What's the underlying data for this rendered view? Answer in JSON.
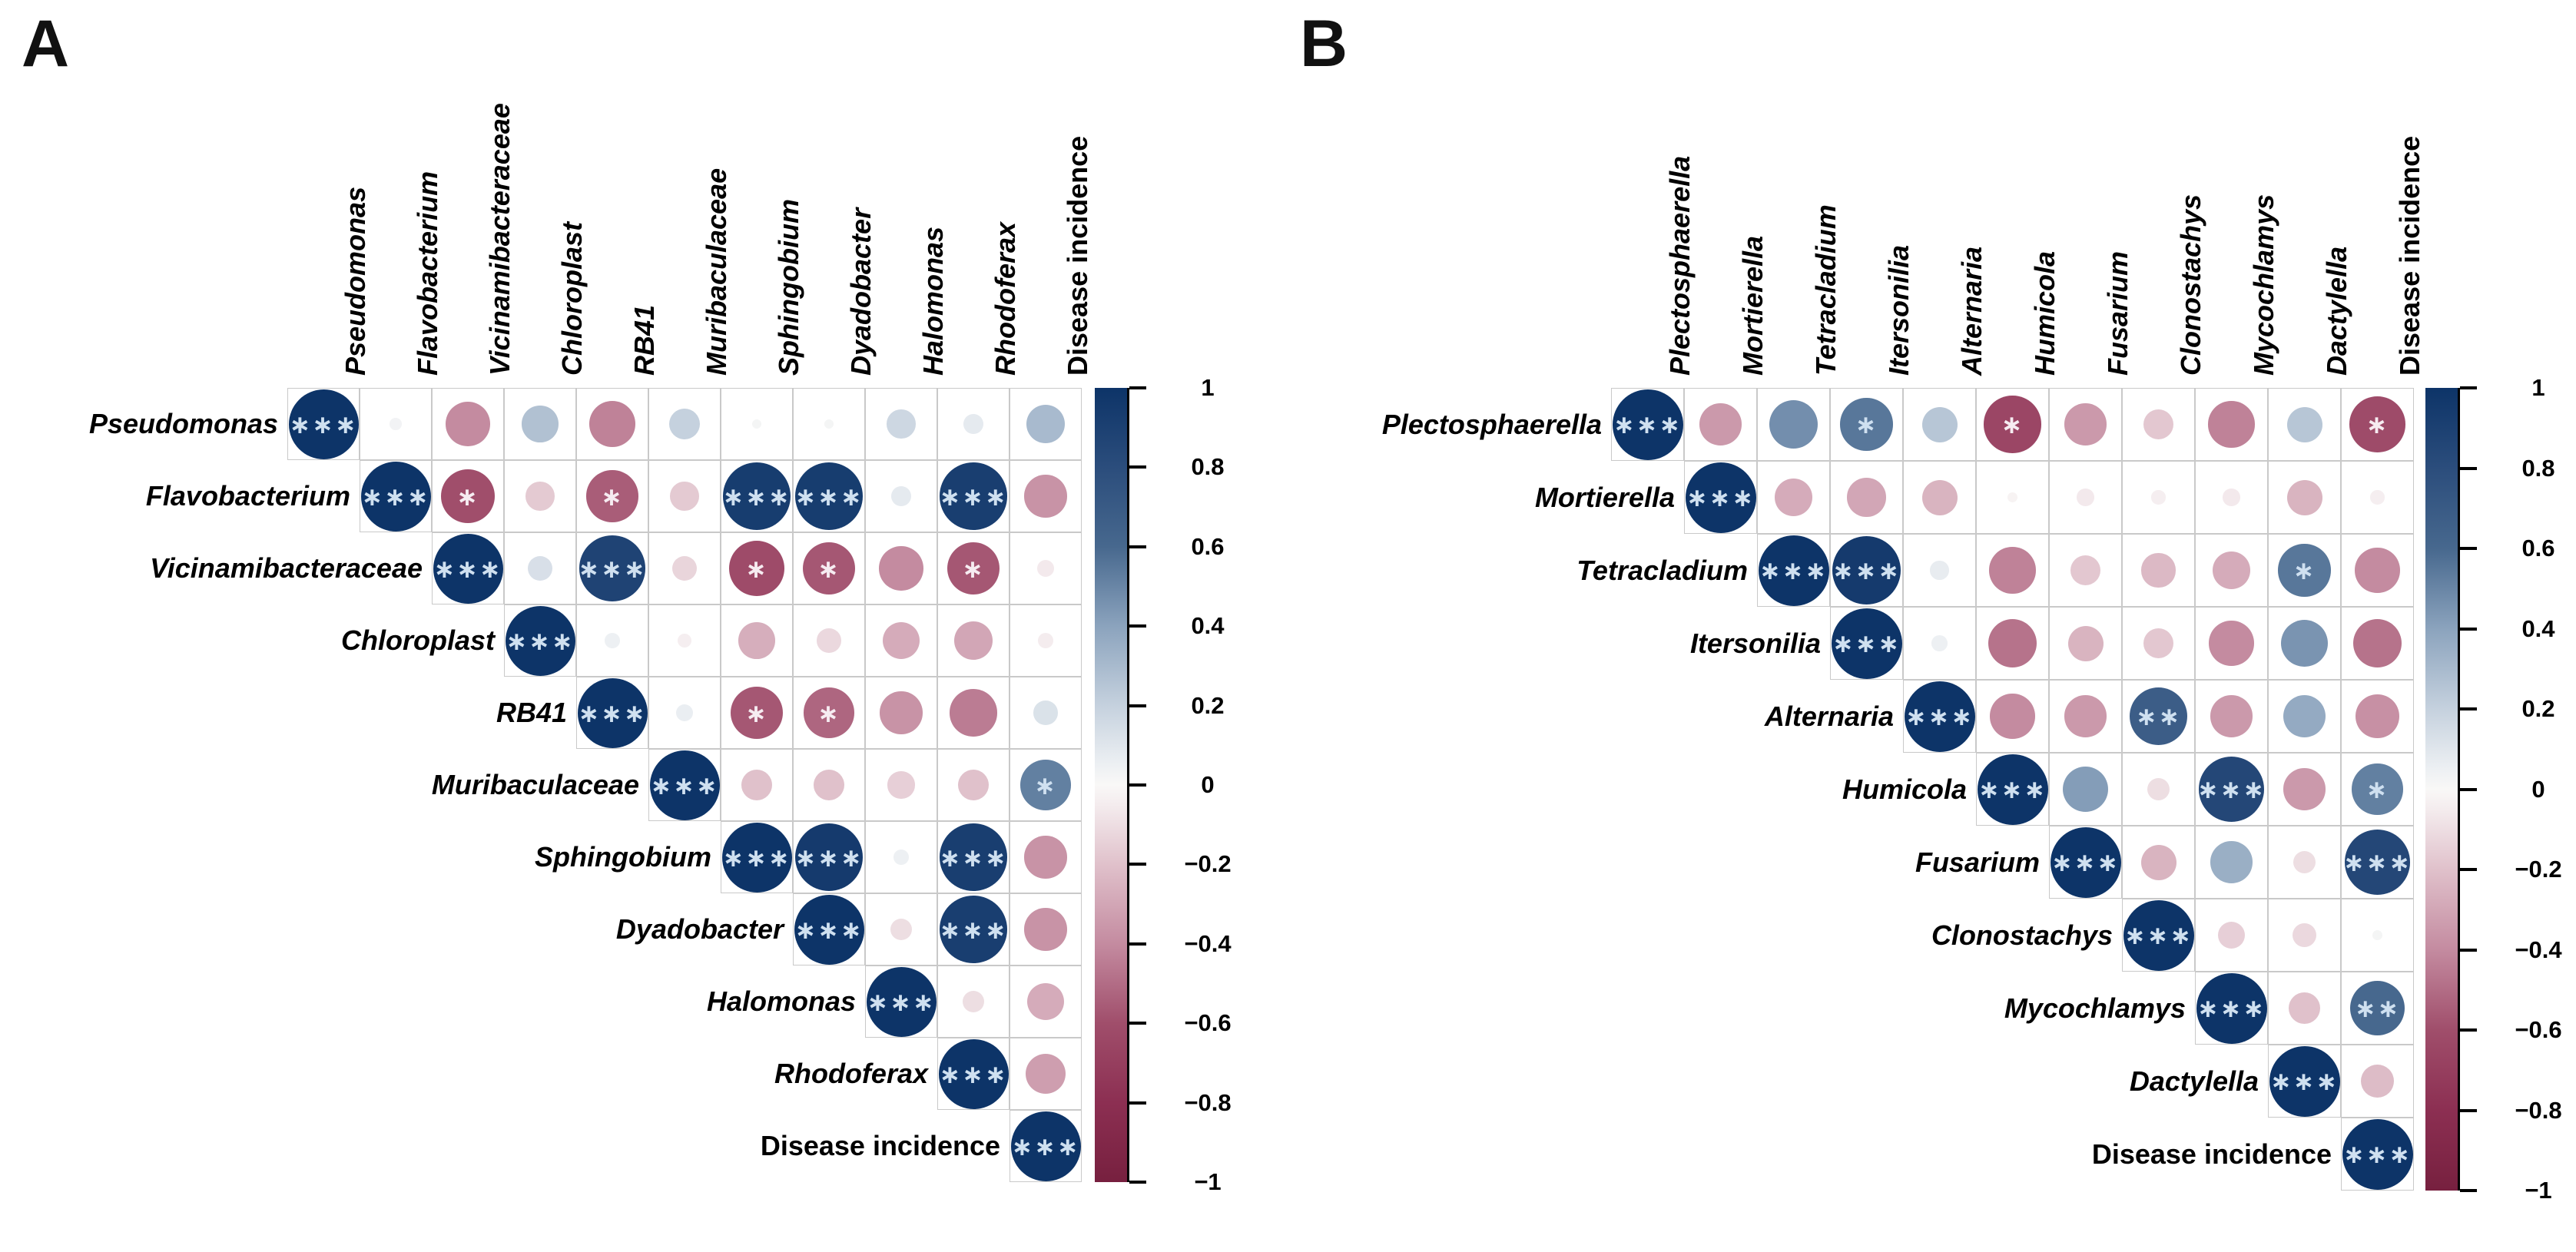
{
  "figure": {
    "panel_letters": [
      "A",
      "B"
    ]
  },
  "colorbar": {
    "ticks": [
      "1",
      "0.8",
      "0.6",
      "0.4",
      "0.2",
      "0",
      "−0.2",
      "−0.4",
      "−0.6",
      "−0.8",
      "−1"
    ],
    "range": [
      1,
      -1
    ]
  },
  "style": {
    "grid_line_color": "#c9c9c9",
    "star_color_positive": "#cfe0f0",
    "star_color_negative": "#f6ecf1",
    "palette": [
      {
        "v": -1.0,
        "c": "#77203f"
      },
      {
        "v": -0.8,
        "c": "#8c2f52"
      },
      {
        "v": -0.6,
        "c": "#a04e6b"
      },
      {
        "v": -0.4,
        "c": "#c48ba0"
      },
      {
        "v": -0.2,
        "c": "#e0c1cb"
      },
      {
        "v": -0.05,
        "c": "#f4ecee"
      },
      {
        "v": 0.0,
        "c": "#f9f8f7"
      },
      {
        "v": 0.05,
        "c": "#edf0f3"
      },
      {
        "v": 0.2,
        "c": "#c5d1de"
      },
      {
        "v": 0.4,
        "c": "#8ba3bd"
      },
      {
        "v": 0.6,
        "c": "#47688e"
      },
      {
        "v": 0.8,
        "c": "#2b4d7c"
      },
      {
        "v": 1.0,
        "c": "#0d3468"
      }
    ]
  },
  "chart_data": [
    {
      "type": "heatmap",
      "subtype": "correlation-matrix-upper-triangle",
      "panel": "A",
      "legend_position": "right",
      "ylim": [
        -1,
        1
      ],
      "variables": [
        "Pseudomonas",
        "Flavobacterium",
        "Vicinamibacteraceae",
        "Chloroplast",
        "RB41",
        "Muribaculaceae",
        "Sphingobium",
        "Dyadobacter",
        "Halomonas",
        "Rhodoferax",
        "Disease incidence"
      ],
      "italic_flags": [
        true,
        true,
        true,
        true,
        true,
        true,
        true,
        true,
        true,
        true,
        false
      ],
      "cells": [
        [
          0,
          0,
          1,
          "***"
        ],
        [
          0,
          1,
          0.03,
          ""
        ],
        [
          0,
          2,
          -0.4,
          ""
        ],
        [
          0,
          3,
          0.27,
          ""
        ],
        [
          0,
          4,
          -0.43,
          ""
        ],
        [
          0,
          5,
          0.2,
          ""
        ],
        [
          0,
          6,
          0.02,
          ""
        ],
        [
          0,
          7,
          0.02,
          ""
        ],
        [
          0,
          8,
          0.17,
          ""
        ],
        [
          0,
          9,
          0.08,
          ""
        ],
        [
          0,
          10,
          0.3,
          ""
        ],
        [
          1,
          1,
          1,
          "***"
        ],
        [
          1,
          2,
          -0.6,
          "*"
        ],
        [
          1,
          3,
          -0.17,
          ""
        ],
        [
          1,
          4,
          -0.55,
          "*"
        ],
        [
          1,
          5,
          -0.17,
          ""
        ],
        [
          1,
          6,
          0.93,
          "***"
        ],
        [
          1,
          7,
          0.93,
          "***"
        ],
        [
          1,
          8,
          0.08,
          ""
        ],
        [
          1,
          9,
          0.92,
          "***"
        ],
        [
          1,
          10,
          -0.37,
          ""
        ],
        [
          2,
          2,
          1,
          "***"
        ],
        [
          2,
          3,
          0.13,
          ""
        ],
        [
          2,
          4,
          0.88,
          "***"
        ],
        [
          2,
          5,
          -0.13,
          ""
        ],
        [
          2,
          6,
          -0.62,
          "*"
        ],
        [
          2,
          7,
          -0.57,
          "*"
        ],
        [
          2,
          8,
          -0.4,
          ""
        ],
        [
          2,
          9,
          -0.57,
          "*"
        ],
        [
          2,
          10,
          -0.06,
          ""
        ],
        [
          3,
          3,
          1,
          "***"
        ],
        [
          3,
          4,
          0.05,
          ""
        ],
        [
          3,
          5,
          -0.04,
          ""
        ],
        [
          3,
          6,
          -0.27,
          ""
        ],
        [
          3,
          7,
          -0.12,
          ""
        ],
        [
          3,
          8,
          -0.28,
          ""
        ],
        [
          3,
          9,
          -0.3,
          ""
        ],
        [
          3,
          10,
          -0.05,
          ""
        ],
        [
          4,
          4,
          1,
          "***"
        ],
        [
          4,
          5,
          0.06,
          ""
        ],
        [
          4,
          6,
          -0.57,
          "*"
        ],
        [
          4,
          7,
          -0.52,
          "*"
        ],
        [
          4,
          8,
          -0.37,
          ""
        ],
        [
          4,
          9,
          -0.45,
          ""
        ],
        [
          4,
          10,
          0.12,
          ""
        ],
        [
          5,
          5,
          1,
          "***"
        ],
        [
          5,
          6,
          -0.2,
          ""
        ],
        [
          5,
          7,
          -0.2,
          ""
        ],
        [
          5,
          8,
          -0.15,
          ""
        ],
        [
          5,
          9,
          -0.2,
          ""
        ],
        [
          5,
          10,
          0.52,
          "*"
        ],
        [
          6,
          6,
          1,
          "***"
        ],
        [
          6,
          7,
          0.95,
          "***"
        ],
        [
          6,
          8,
          0.05,
          ""
        ],
        [
          6,
          9,
          0.92,
          "***"
        ],
        [
          6,
          10,
          -0.37,
          ""
        ],
        [
          7,
          7,
          1,
          "***"
        ],
        [
          7,
          8,
          -0.1,
          ""
        ],
        [
          7,
          9,
          0.92,
          "***"
        ],
        [
          7,
          10,
          -0.37,
          ""
        ],
        [
          8,
          8,
          1,
          "***"
        ],
        [
          8,
          9,
          -0.1,
          ""
        ],
        [
          8,
          10,
          -0.28,
          ""
        ],
        [
          9,
          9,
          1,
          "***"
        ],
        [
          9,
          10,
          -0.33,
          ""
        ],
        [
          10,
          10,
          1,
          "***"
        ]
      ]
    },
    {
      "type": "heatmap",
      "subtype": "correlation-matrix-upper-triangle",
      "panel": "B",
      "legend_position": "right",
      "ylim": [
        -1,
        1
      ],
      "variables": [
        "Plectosphaerella",
        "Mortierella",
        "Tetracladium",
        "Itersonilia",
        "Alternaria",
        "Humicola",
        "Fusarium",
        "Clonostachys",
        "Mycochlamys",
        "Dactylella",
        "Disease incidence"
      ],
      "italic_flags": [
        true,
        true,
        true,
        true,
        true,
        true,
        true,
        true,
        true,
        true,
        false
      ],
      "cells": [
        [
          0,
          0,
          1,
          "***"
        ],
        [
          0,
          1,
          -0.35,
          ""
        ],
        [
          0,
          2,
          0.47,
          ""
        ],
        [
          0,
          3,
          0.55,
          "*"
        ],
        [
          0,
          4,
          0.25,
          ""
        ],
        [
          0,
          5,
          -0.65,
          "*"
        ],
        [
          0,
          6,
          -0.35,
          ""
        ],
        [
          0,
          7,
          -0.18,
          ""
        ],
        [
          0,
          8,
          -0.43,
          ""
        ],
        [
          0,
          9,
          0.25,
          ""
        ],
        [
          0,
          10,
          -0.62,
          "*"
        ],
        [
          1,
          1,
          1,
          "***"
        ],
        [
          1,
          2,
          -0.28,
          ""
        ],
        [
          1,
          3,
          -0.3,
          ""
        ],
        [
          1,
          4,
          -0.25,
          ""
        ],
        [
          1,
          5,
          -0.02,
          ""
        ],
        [
          1,
          6,
          -0.06,
          ""
        ],
        [
          1,
          7,
          -0.04,
          ""
        ],
        [
          1,
          8,
          -0.06,
          ""
        ],
        [
          1,
          9,
          -0.25,
          ""
        ],
        [
          1,
          10,
          -0.04,
          ""
        ],
        [
          2,
          2,
          1,
          "***"
        ],
        [
          2,
          3,
          0.95,
          "***"
        ],
        [
          2,
          4,
          0.07,
          ""
        ],
        [
          2,
          5,
          -0.43,
          ""
        ],
        [
          2,
          6,
          -0.18,
          ""
        ],
        [
          2,
          7,
          -0.23,
          ""
        ],
        [
          2,
          8,
          -0.28,
          ""
        ],
        [
          2,
          9,
          0.55,
          "*"
        ],
        [
          2,
          10,
          -0.4,
          ""
        ],
        [
          3,
          3,
          1,
          "***"
        ],
        [
          3,
          4,
          0.05,
          ""
        ],
        [
          3,
          5,
          -0.48,
          ""
        ],
        [
          3,
          6,
          -0.25,
          ""
        ],
        [
          3,
          7,
          -0.18,
          ""
        ],
        [
          3,
          8,
          -0.4,
          ""
        ],
        [
          3,
          9,
          0.45,
          ""
        ],
        [
          3,
          10,
          -0.48,
          ""
        ],
        [
          4,
          4,
          1,
          "***"
        ],
        [
          4,
          5,
          -0.4,
          ""
        ],
        [
          4,
          6,
          -0.35,
          ""
        ],
        [
          4,
          7,
          0.68,
          "**"
        ],
        [
          4,
          8,
          -0.35,
          ""
        ],
        [
          4,
          9,
          0.37,
          ""
        ],
        [
          4,
          10,
          -0.38,
          ""
        ],
        [
          5,
          5,
          1,
          "***"
        ],
        [
          5,
          6,
          0.42,
          ""
        ],
        [
          5,
          7,
          -0.1,
          ""
        ],
        [
          5,
          8,
          0.85,
          "***"
        ],
        [
          5,
          9,
          -0.35,
          ""
        ],
        [
          5,
          10,
          0.52,
          "*"
        ],
        [
          6,
          6,
          1,
          "***"
        ],
        [
          6,
          7,
          -0.25,
          ""
        ],
        [
          6,
          8,
          0.35,
          ""
        ],
        [
          6,
          9,
          -0.1,
          ""
        ],
        [
          6,
          10,
          0.85,
          "***"
        ],
        [
          7,
          7,
          1,
          "***"
        ],
        [
          7,
          8,
          -0.15,
          ""
        ],
        [
          7,
          9,
          -0.12,
          ""
        ],
        [
          7,
          10,
          0.02,
          ""
        ],
        [
          8,
          8,
          1,
          "***"
        ],
        [
          8,
          9,
          -0.2,
          ""
        ],
        [
          8,
          10,
          0.6,
          "**"
        ],
        [
          9,
          9,
          1,
          "***"
        ],
        [
          9,
          10,
          -0.22,
          ""
        ],
        [
          10,
          10,
          1,
          "***"
        ]
      ]
    }
  ]
}
